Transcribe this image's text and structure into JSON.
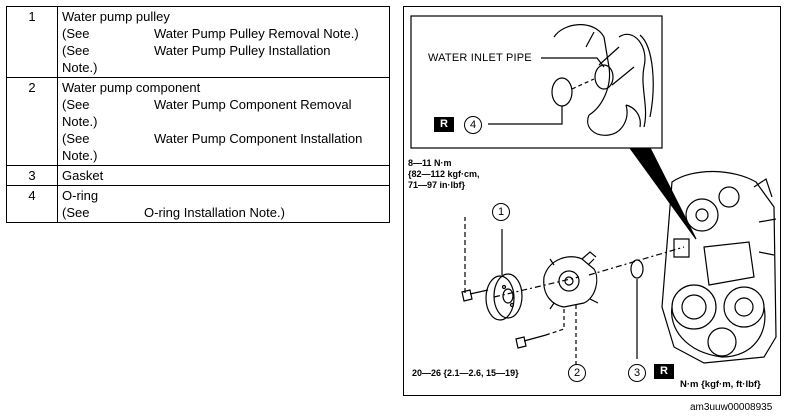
{
  "parts": [
    {
      "no": "1",
      "name": "Water pump pulley",
      "refs": [
        {
          "see": "(See",
          "text": "Water Pump Pulley Removal Note.)"
        },
        {
          "see": "(See",
          "text": "Water Pump Pulley Installation",
          "wrap": "Note.)"
        }
      ]
    },
    {
      "no": "2",
      "name": "Water pump component",
      "refs": [
        {
          "see": "(See",
          "text": "Water Pump Component Removal",
          "wrap": "Note.)"
        },
        {
          "see": "(See",
          "text": "Water Pump Component Installation",
          "wrap": "Note.)"
        }
      ]
    },
    {
      "no": "3",
      "name": "Gasket",
      "refs": []
    },
    {
      "no": "4",
      "name": "O-ring",
      "refs": [
        {
          "see": "(See",
          "text": "O-ring Installation Note.)"
        }
      ]
    }
  ],
  "figure": {
    "inset_label": "WATER INLET PIPE",
    "badge": "R",
    "callouts": {
      "c1": "1",
      "c2": "2",
      "c3": "3",
      "c4": "4"
    },
    "torque_upper": [
      "8—11 N·m",
      "{82—112 kgf·cm,",
      "71—97 in·lbf}"
    ],
    "torque_lower": "20—26 {2.1—2.6, 15—19}",
    "unit_note": "N·m {kgf·m, ft·lbf}"
  },
  "figure_id": "am3uuw00008935"
}
